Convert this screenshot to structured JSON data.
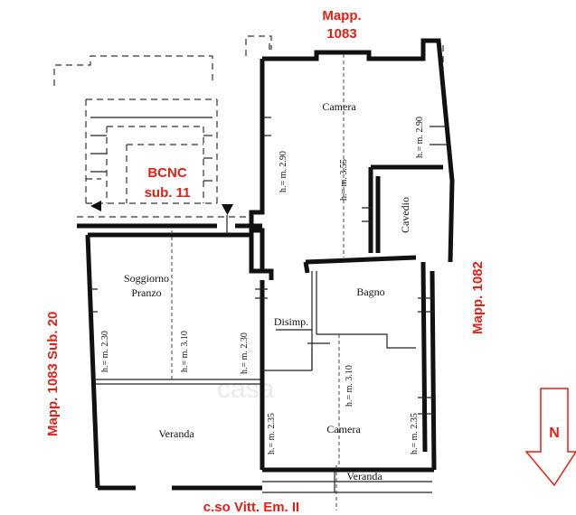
{
  "labels": {
    "north_neighbor_line1": "Mapp.",
    "north_neighbor_line2": "1083",
    "east_neighbor": "Mapp. 1082",
    "west_neighbor": "Mapp. 1083 Sub. 20",
    "street": "c.so Vitt. Em. II",
    "bcnc_line1": "BCNC",
    "bcnc_line2": "sub. 11",
    "north_arrow": "N"
  },
  "rooms": {
    "camera_top": "Camera",
    "cavedio": "Cavedio",
    "soggiorno_line1": "Soggiorno",
    "soggiorno_line2": "Pranzo",
    "bagno": "Bagno",
    "disimp": "Disimp.",
    "veranda_left": "Veranda",
    "camera_bottom": "Camera",
    "veranda_bottom": "Veranda"
  },
  "heights": {
    "camera_left": "h.= m. 2.90",
    "camera_center": "h.= m. 3.55",
    "camera_right": "h.= m. 2.90",
    "soggiorno_left": "h.= m. 2.30",
    "soggiorno_center": "h.= m. 3.10",
    "soggiorno_right": "h.= m. 2.30",
    "camera_bottom_left": "h.= m. 2.35",
    "camera_bottom_center": "h.= m. 3.10",
    "camera_bottom_right": "h.= m. 2.35"
  },
  "watermark": "casa",
  "colors": {
    "annotation": "#e41f16",
    "walls": "#111111"
  }
}
